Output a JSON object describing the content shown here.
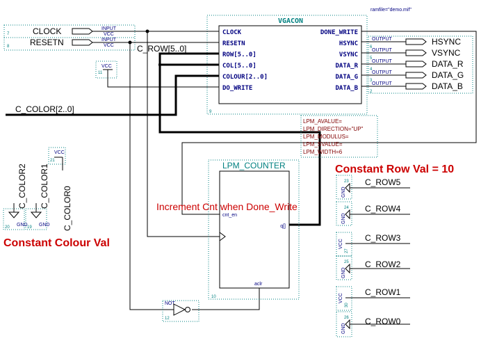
{
  "vgacon": {
    "title": "VGACON",
    "ramfile": "ramfile=\"demo.mif\"",
    "inst": "9",
    "left_ports": [
      "CLOCK",
      "RESETN",
      "ROW[5..0]",
      "COL[5..0]",
      "COLOUR[2..0]",
      "DO_WRITE"
    ],
    "right_ports": [
      "DONE_WRITE",
      "HSYNC",
      "VSYNC",
      "DATA_R",
      "DATA_G",
      "DATA_B"
    ]
  },
  "inputs": [
    {
      "num": "7",
      "name": "CLOCK",
      "type": "INPUT",
      "val": "VCC"
    },
    {
      "num": "8",
      "name": "RESETN",
      "type": "INPUT",
      "val": "VCC"
    }
  ],
  "outputs": [
    {
      "num": "6",
      "name": "HSYNC",
      "type": "OUTPUT"
    },
    {
      "num": "5",
      "name": "VSYNC",
      "type": "OUTPUT"
    },
    {
      "num": "4",
      "name": "DATA_R",
      "type": "OUTPUT"
    },
    {
      "num": "3",
      "name": "DATA_G",
      "type": "OUTPUT"
    },
    {
      "num": "2",
      "name": "DATA_B",
      "type": "OUTPUT"
    }
  ],
  "vcc_do_write": {
    "label": "VCC",
    "num": "11"
  },
  "bus_labels": {
    "row": "C_ROW[5..0]",
    "color": "C_COLOR[2..0]"
  },
  "lpm": {
    "title": "LPM_COUNTER",
    "inst": "10",
    "params": [
      "LPM_AVALUE=",
      "LPM_DIRECTION=\"UP\"",
      "LPM_MODULUS=",
      "LPM_SVALUE=",
      "LPM_WIDTH=6"
    ],
    "ports": {
      "cnt_en": "cnt_en",
      "q": "q[]",
      "aclr": "aclr"
    }
  },
  "not_gate": {
    "label": "NOT",
    "num": "12"
  },
  "color_consts": [
    {
      "name": "C_COLOR2",
      "src": "GND",
      "num": "20"
    },
    {
      "name": "C_COLOR1",
      "src": "GND",
      "num": "19"
    },
    {
      "name": "C_COLOR0",
      "src": "VCC",
      "num": "21"
    }
  ],
  "row_consts": [
    {
      "name": "C_ROW5",
      "src": "GND",
      "num": "23"
    },
    {
      "name": "C_ROW4",
      "src": "GND",
      "num": "24"
    },
    {
      "name": "C_ROW3",
      "src": "VCC",
      "num": "27"
    },
    {
      "name": "C_ROW2",
      "src": "GND",
      "num": "25"
    },
    {
      "name": "C_ROW1",
      "src": "VCC",
      "num": "30"
    },
    {
      "name": "C_ROW0",
      "src": "GND",
      "num": "26"
    }
  ],
  "annotations": {
    "row_val": "Constant Row Val = 10",
    "colour_val": "Constant Colour Val",
    "increment": "Increment Cnt when Done_Write"
  },
  "colors": {
    "text": "#000080",
    "block": "#008080",
    "anno": "#cc0000",
    "lpm": "#800000"
  }
}
